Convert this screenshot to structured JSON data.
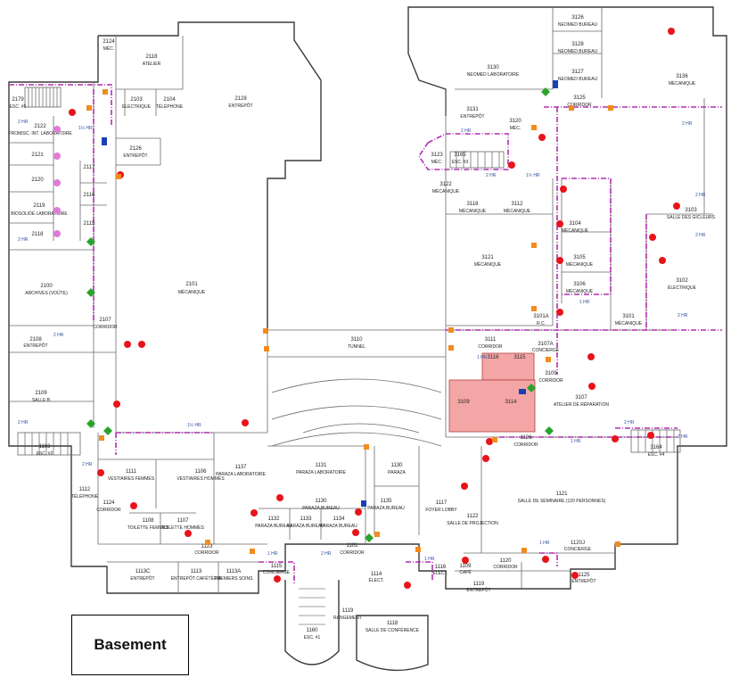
{
  "floor_label": "Basement",
  "rooms": [
    {
      "num": "2124",
      "name": "MÉC."
    },
    {
      "num": "2118",
      "name": "ATELIER"
    },
    {
      "num": "2128",
      "name": "ENTREPÔT"
    },
    {
      "num": "2103",
      "name": "ÉLECTRIQUE"
    },
    {
      "num": "2104",
      "name": "TÉLÉPHONE"
    },
    {
      "num": "2179",
      "name": "ESC. #5"
    },
    {
      "num": "2122",
      "name": "PROMISC. INT. LABORATOIRE"
    },
    {
      "num": "2126",
      "name": "ENTREPÔT"
    },
    {
      "num": "2121",
      "name": ""
    },
    {
      "num": "2117",
      "name": ""
    },
    {
      "num": "2120",
      "name": ""
    },
    {
      "num": "2116",
      "name": ""
    },
    {
      "num": "2119",
      "name": "BIOSOLIDE LABORATOIRE"
    },
    {
      "num": "2115",
      "name": ""
    },
    {
      "num": "2118",
      "name": ""
    },
    {
      "num": "2101",
      "name": "MÉCANIQUE"
    },
    {
      "num": "2100",
      "name": "ARCHIVES (VOÛTE)"
    },
    {
      "num": "2108",
      "name": "ENTREPÔT"
    },
    {
      "num": "2107",
      "name": "CORRIDOR"
    },
    {
      "num": "2109",
      "name": "SALLE B"
    },
    {
      "num": "1163",
      "name": "ESC. #2"
    },
    {
      "num": "1111",
      "name": "VESTIAIRES FEMMES"
    },
    {
      "num": "1106",
      "name": "VESTIAIRES HOMMES"
    },
    {
      "num": "1137",
      "name": "PARAZA LABORATOIRE"
    },
    {
      "num": "1112",
      "name": "TÉLÉPHONE"
    },
    {
      "num": "1124",
      "name": "CORRIDOR"
    },
    {
      "num": "1108",
      "name": "TOILETTE FEMMES"
    },
    {
      "num": "1107",
      "name": "TOILETTE HOMMES"
    },
    {
      "num": "1123",
      "name": "CORRIDOR"
    },
    {
      "num": "1113C",
      "name": "ENTREPÔT"
    },
    {
      "num": "1113",
      "name": "ENTREPÔT CAFÉTÉRIA"
    },
    {
      "num": "1113A",
      "name": "PREMIERS SOINS"
    },
    {
      "num": "1115",
      "name": "CONCIERGE"
    },
    {
      "num": "1160",
      "name": "ESC. #1"
    },
    {
      "num": "1131",
      "name": "PARAZA LABORATOIRE"
    },
    {
      "num": "1130",
      "name": "PARAZA BUREAU"
    },
    {
      "num": "1130",
      "name": "PARAZA"
    },
    {
      "num": "1135",
      "name": "PARAZA BUREAU"
    },
    {
      "num": "1132",
      "name": "PARAZA BUREAU"
    },
    {
      "num": "1133",
      "name": "PARAZA BUREAU"
    },
    {
      "num": "1134",
      "name": "PARAZA BUREAU"
    },
    {
      "num": "1101",
      "name": "CORRIDOR"
    },
    {
      "num": "1114",
      "name": "ÉLECT."
    },
    {
      "num": "1116",
      "name": "ÉLECT."
    },
    {
      "num": "1117",
      "name": "FOYER LOBBY"
    },
    {
      "num": "1118",
      "name": "SALLE DE CONFÉRENCE"
    },
    {
      "num": "1119",
      "name": "RANGEMENT"
    },
    {
      "num": "1109",
      "name": "CAFÉ"
    },
    {
      "num": "1122",
      "name": "SALLE DE PROJECTION"
    },
    {
      "num": "1121",
      "name": "SALLE DE SÉMINAIRE (120 PERSONNES)"
    },
    {
      "num": "1120",
      "name": "CORRIDOR"
    },
    {
      "num": "1119",
      "name": "ENTREPÔT"
    },
    {
      "num": "1120J",
      "name": "CONCIERGE"
    },
    {
      "num": "1125",
      "name": "ENTREPÔT"
    },
    {
      "num": "1126",
      "name": "CORRIDOR"
    },
    {
      "num": "3110",
      "name": "TUNNEL"
    },
    {
      "num": "3111",
      "name": "CORRIDOR"
    },
    {
      "num": "3107A",
      "name": "CONCIERGE"
    },
    {
      "num": "3109",
      "name": "CORRIDOR"
    },
    {
      "num": "3107",
      "name": "ATELIER DE RÉPARATION"
    },
    {
      "num": "3116",
      "name": ""
    },
    {
      "num": "3115",
      "name": ""
    },
    {
      "num": "3109",
      "name": ""
    },
    {
      "num": "3114",
      "name": ""
    },
    {
      "num": "3126",
      "name": "NEOMED BUREAU"
    },
    {
      "num": "3128",
      "name": "NEOMED BUREAU"
    },
    {
      "num": "3127",
      "name": "NEOMED BUREAU"
    },
    {
      "num": "3130",
      "name": "NEOMED LABORATOIRE"
    },
    {
      "num": "3136",
      "name": "MÉCANIQUE"
    },
    {
      "num": "3125",
      "name": "CORRIDOR"
    },
    {
      "num": "3131",
      "name": "ENTREPÔT"
    },
    {
      "num": "3120",
      "name": "MÉC."
    },
    {
      "num": "3123",
      "name": "MÉC."
    },
    {
      "num": "3165",
      "name": "ESC. #3"
    },
    {
      "num": "3122",
      "name": "MÉCANIQUE"
    },
    {
      "num": "3118",
      "name": "MÉCANIQUE"
    },
    {
      "num": "3112",
      "name": "MÉCANIQUE"
    },
    {
      "num": "3121",
      "name": "MÉCANIQUE"
    },
    {
      "num": "3104",
      "name": "MÉCANIQUE"
    },
    {
      "num": "3105",
      "name": "MÉCANIQUE"
    },
    {
      "num": "3106",
      "name": "MÉCANIQUE"
    },
    {
      "num": "3103",
      "name": "SALLE DES GICLEURS"
    },
    {
      "num": "3102",
      "name": "ÉLECTRIQUE"
    },
    {
      "num": "3101",
      "name": "MÉCANIQUE"
    },
    {
      "num": "3101A",
      "name": "R.C."
    },
    {
      "num": "3164",
      "name": "ESC. #4"
    }
  ],
  "fire_ratings": [
    "2 HR",
    "1½ HR",
    "1 HR"
  ],
  "marker_colors": {
    "red_marker": "#e8141a",
    "orange_marker": "#f28c1e",
    "green_marker": "#2aa32a",
    "pink_marker": "#e07bd8",
    "blue_marker": "#1a3fb5",
    "highlight_fill": "#f4a6a6",
    "fire_wall": "#b02fb0"
  }
}
